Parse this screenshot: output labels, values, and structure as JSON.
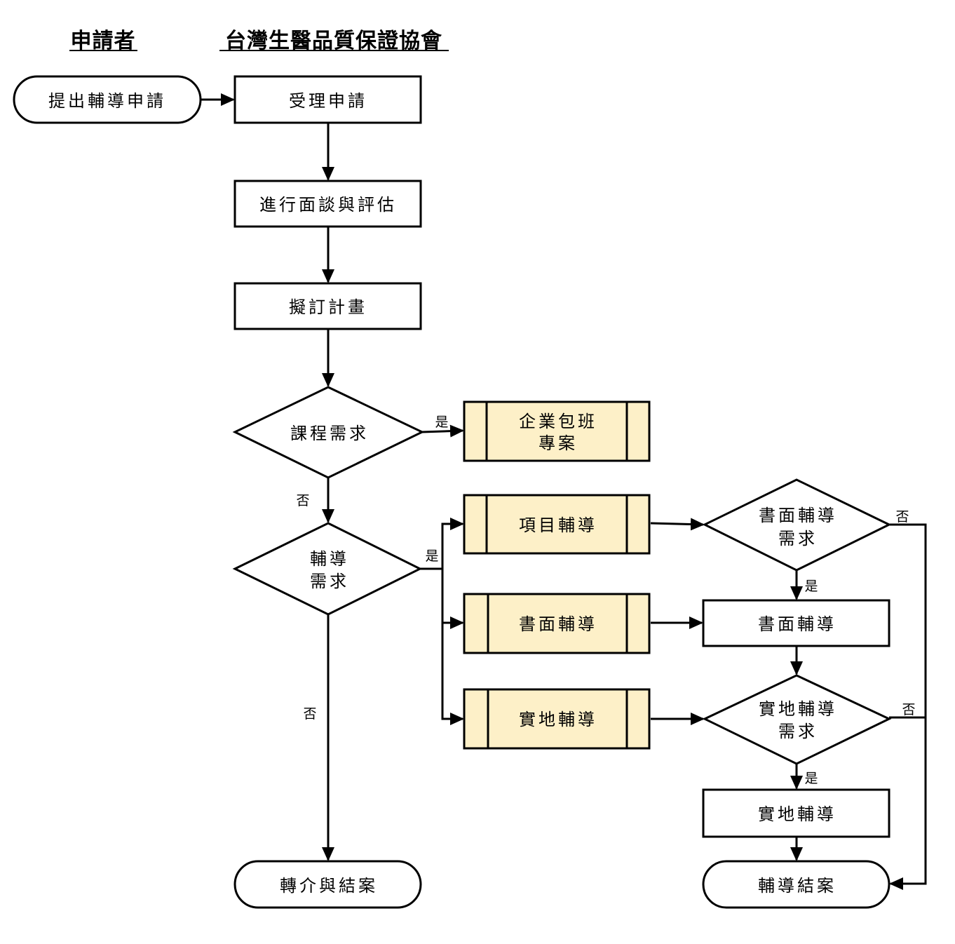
{
  "lanes": {
    "applicant": "申請者",
    "association": "台灣生醫品質保證協會"
  },
  "nodes": {
    "submit": "提出輔導申請",
    "accept": "受理申請",
    "interview": "進行面談與評估",
    "plan": "擬訂計畫",
    "course_need": "課程需求",
    "corporate_line1": "企業包班",
    "corporate_line2": "專案",
    "coach_need_line1": "輔導",
    "coach_need_line2": "需求",
    "item_coaching": "項目輔導",
    "doc_coaching_sub": "書面輔導",
    "onsite_coaching_sub": "實地輔導",
    "doc_need_line1": "書面輔導",
    "doc_need_line2": "需求",
    "doc_coaching": "書面輔導",
    "onsite_need_line1": "實地輔導",
    "onsite_need_line2": "需求",
    "onsite_coaching": "實地輔導",
    "referral_close": "轉介與結案",
    "coaching_close": "輔導結案"
  },
  "edge_labels": {
    "course_yes": "是",
    "course_no": "否",
    "coach_yes": "是",
    "coach_no": "否",
    "doc_yes": "是",
    "doc_no": "否",
    "onsite_yes": "是",
    "onsite_no": "否"
  },
  "colors": {
    "subprocess_fill": "#fdf0c8",
    "stroke": "#000000"
  }
}
